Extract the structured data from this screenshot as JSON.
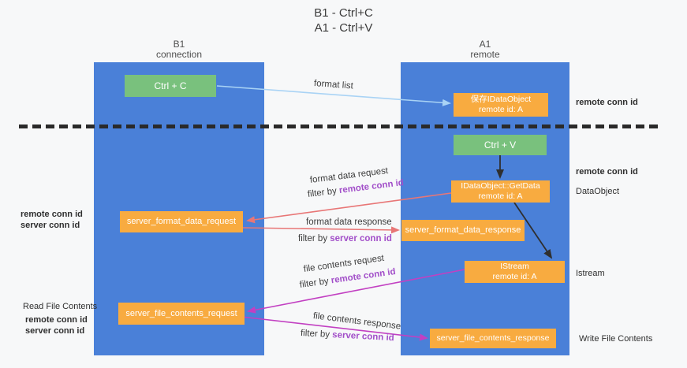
{
  "title": {
    "line1": "B1 - Ctrl+C",
    "line2": "A1 - Ctrl+V"
  },
  "lanes": {
    "left": {
      "name_line1": "B1",
      "name_line2": "connection"
    },
    "right": {
      "name_line1": "A1",
      "name_line2": "remote"
    }
  },
  "nodes": {
    "ctrl_c": {
      "label": "Ctrl + C"
    },
    "save_dataobject": {
      "line1": "保存IDataObject",
      "line2": "remote id: A"
    },
    "ctrl_v": {
      "label": "Ctrl + V"
    },
    "getdata": {
      "line1": "IDataObject::GetData",
      "line2": "remote id: A"
    },
    "istream": {
      "line1": "IStream",
      "line2": "remote id: A"
    },
    "server_format_data_request": {
      "label": "server_format_data_request"
    },
    "server_format_data_response": {
      "label": "server_format_data_response"
    },
    "server_file_contents_request": {
      "label": "server_file_contents_request"
    },
    "server_file_contents_response": {
      "label": "server_file_contents_response"
    }
  },
  "arrow_labels": {
    "format_list": "format list",
    "format_data_request": "format data request",
    "format_data_response": "format data response",
    "file_contents_request": "file contents request",
    "file_contents_response": "file contents response",
    "filter_prefix": "filter by "
  },
  "side_labels": {
    "remote_conn_id": "remote conn id",
    "server_conn_id": "server conn id",
    "dataobject": "DataObject",
    "istream": "Istream",
    "read_file_contents": "Read File Contents",
    "write_file_contents": "Write File Contents"
  },
  "colors": {
    "lane_blue": "#4a80d8",
    "box_green": "#79c17d",
    "box_orange": "#f8ab40",
    "text_purple": "#a24fc9",
    "text_green": "#5cb562",
    "arrow_light_blue": "#a9d3f5",
    "arrow_salmon": "#e87676",
    "arrow_magenta": "#c240c2",
    "arrow_black": "#2f2f2f",
    "background": "#f7f8f9"
  }
}
